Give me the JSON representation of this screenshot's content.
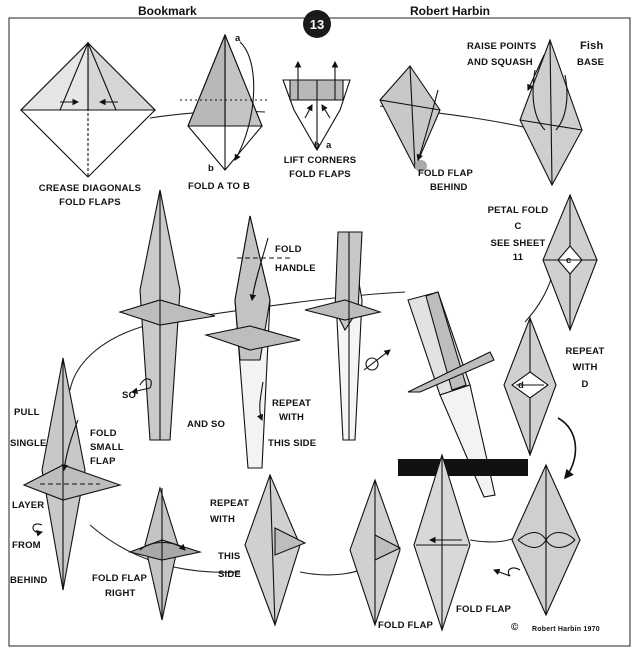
{
  "header": {
    "title": "Bookmark",
    "author": "Robert Harbin",
    "sheet_number": "13"
  },
  "steps": {
    "s1": "CREASE DIAGONALS",
    "s1b": "FOLD FLAPS",
    "s2": "FOLD  A  TO  B",
    "s3": "LIFT CORNERS",
    "s3b": "FOLD FLAPS",
    "s4": "FOLD FLAP",
    "s4b": "BEHIND",
    "s5": "RAISE POINTS",
    "s5b": "AND SQUASH",
    "s5c": "Fish",
    "s5d": "BASE",
    "s6": "PETAL FOLD",
    "s6b": "C",
    "s6c": "SEE SHEET",
    "s6d": "11",
    "s7": "REPEAT",
    "s7b": "WITH",
    "s7c": "D",
    "s8": "FOLD",
    "s8b": "HANDLE",
    "s9": "REPEAT",
    "s9b": "WITH",
    "s9c": "THIS SIDE",
    "s9d": "AND SO",
    "s10": "SO",
    "s11": "PULL",
    "s11b": "SINGLE",
    "s11c": "LAYER",
    "s11d": "FROM",
    "s11e": "BEHIND",
    "s12": "FOLD",
    "s12b": "SMALL",
    "s12c": "FLAP",
    "s13": "FOLD FLAP",
    "s13b": "RIGHT",
    "s14": "REPEAT",
    "s14b": "WITH",
    "s14c": "THIS",
    "s14d": "SIDE",
    "s15": "FOLD FLAP",
    "s16": "FOLD FLAP",
    "copyright_symbol": "©",
    "copyright": "Robert Harbin  1970"
  },
  "markers": {
    "a": "a",
    "b": "b",
    "c": "c",
    "d": "d"
  },
  "colors": {
    "paper_shade": "#c9c9c9",
    "paper_light": "#ffffff",
    "ink": "#111111",
    "badge": "#1a1a1a"
  }
}
